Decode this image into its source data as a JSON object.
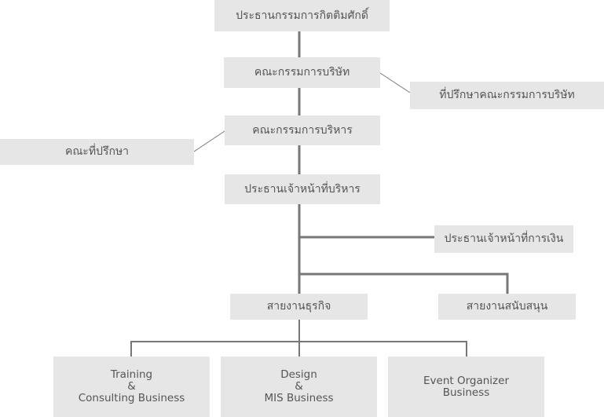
{
  "nodes": {
    "honorary_chairman": "ประธานกรรมการกิตติมศักดิ์",
    "board_of_directors": "คณะกรรมการบริษัท",
    "company_advisor": "ที่ปรึกษาคณะกรรมการบริษัท",
    "executive_committee": "คณะกรรมการบริหาร",
    "advisory_board": "คณะที่ปรึกษา",
    "ceo": "ประธานเจ้าหน้าที่บริหาร",
    "cfo": "ประธานเจ้าหน้าที่การเงิน",
    "business_unit": "สายงานธุรกิจ",
    "support_unit": "สายงานสนับสนุน",
    "training": "Training\n&\nConsulting Business",
    "design": "Design\n&\nMIS Business",
    "event": "Event Organizer\nBusiness"
  },
  "colors": {
    "box": "#e6e6e6",
    "line": "#777777",
    "text": "#555555"
  }
}
